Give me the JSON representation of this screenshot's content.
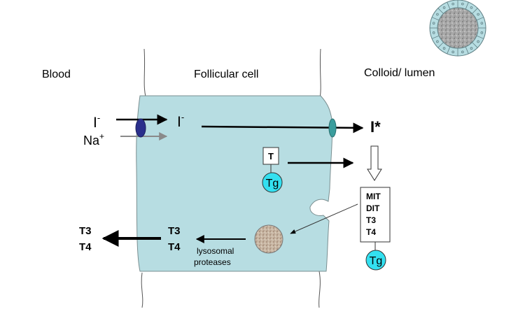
{
  "regions": {
    "blood": "Blood",
    "follicular_cell": "Follicular cell",
    "colloid": "Colloid/ lumen"
  },
  "ions": {
    "iodide_base": "I",
    "iodide_charge": "-",
    "sodium_base": "Na",
    "sodium_charge": "+",
    "iodide_in_cell_base": "I",
    "iodide_in_cell_charge": "-",
    "oxidized_iodine": "I*"
  },
  "cell_contents": {
    "t_box_label": "T",
    "tg_label": "Tg"
  },
  "colloid_box": {
    "items": [
      "MIT",
      "DIT",
      "T3",
      "T4"
    ],
    "tg_label": "Tg"
  },
  "release": {
    "cell_t3": "T3",
    "cell_t4": "T4",
    "blood_t3": "T3",
    "blood_t4": "T4",
    "enzyme_line1": "lysosomal",
    "enzyme_line2": "proteases"
  },
  "colors": {
    "cell_fill": "#b7dde2",
    "cell_stroke": "#7a8e90",
    "tg_fill": "#33e0f0",
    "symporter_fill": "#2a2f8c",
    "channel_fill": "#3a9d9d",
    "gray_arrow": "#8a8a8a",
    "follicle_ring": "#b7dde2"
  }
}
